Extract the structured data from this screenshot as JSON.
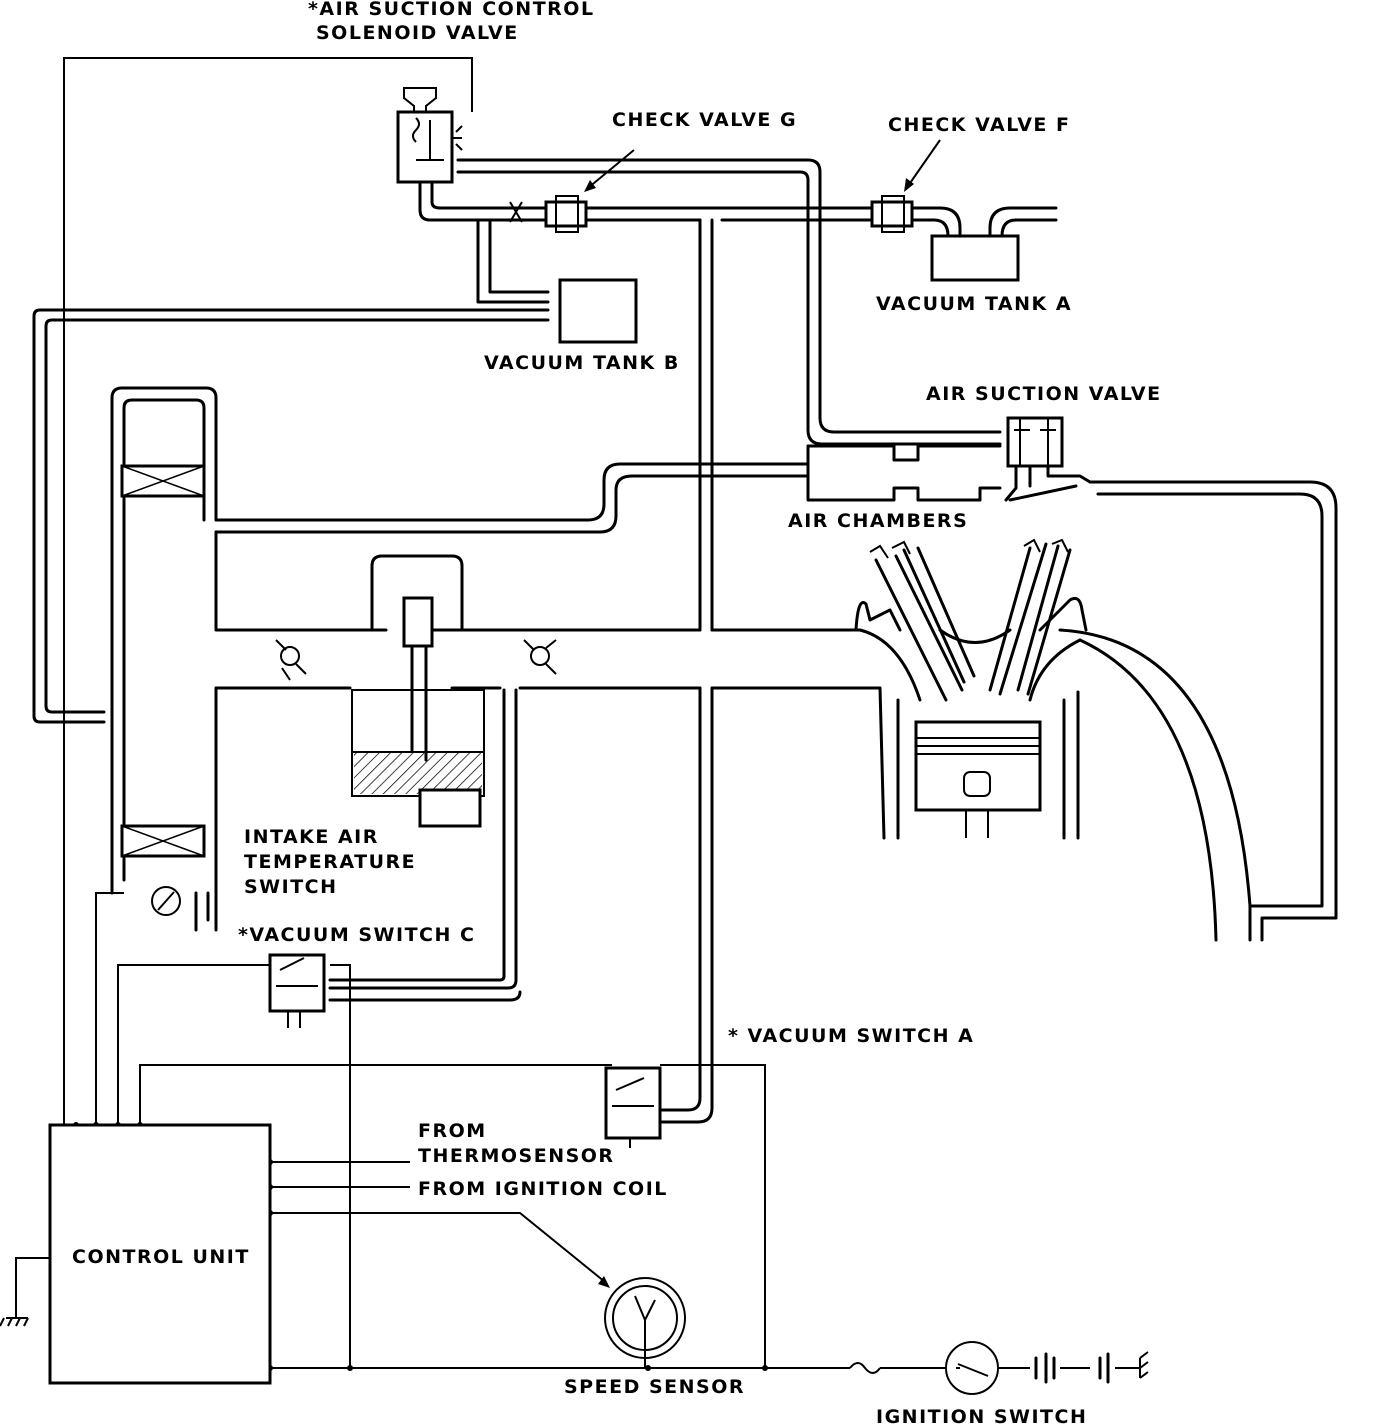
{
  "labels": {
    "air_suction_control_solenoid_valve_line1": "*AIR SUCTION CONTROL",
    "air_suction_control_solenoid_valve_line2": "SOLENOID VALVE",
    "check_valve_g": "CHECK VALVE G",
    "check_valve_f": "CHECK VALVE F",
    "vacuum_tank_a": "VACUUM TANK A",
    "vacuum_tank_b": "VACUUM TANK B",
    "air_suction_valve": "AIR SUCTION VALVE",
    "air_chambers": "AIR CHAMBERS",
    "intake_air_temperature_switch_line1": "INTAKE AIR",
    "intake_air_temperature_switch_line2": "TEMPERATURE",
    "intake_air_temperature_switch_line3": "SWITCH",
    "vacuum_switch_c": "*VACUUM SWITCH C",
    "vacuum_switch_a": "* VACUUM SWITCH A",
    "from_thermosensor_line1": "FROM",
    "from_thermosensor_line2": "THERMOSENSOR",
    "from_ignition_coil": "FROM IGNITION COIL",
    "control_unit": "CONTROL UNIT",
    "speed_sensor": "SPEED SENSOR",
    "ignition_switch": "IGNITION SWITCH"
  }
}
